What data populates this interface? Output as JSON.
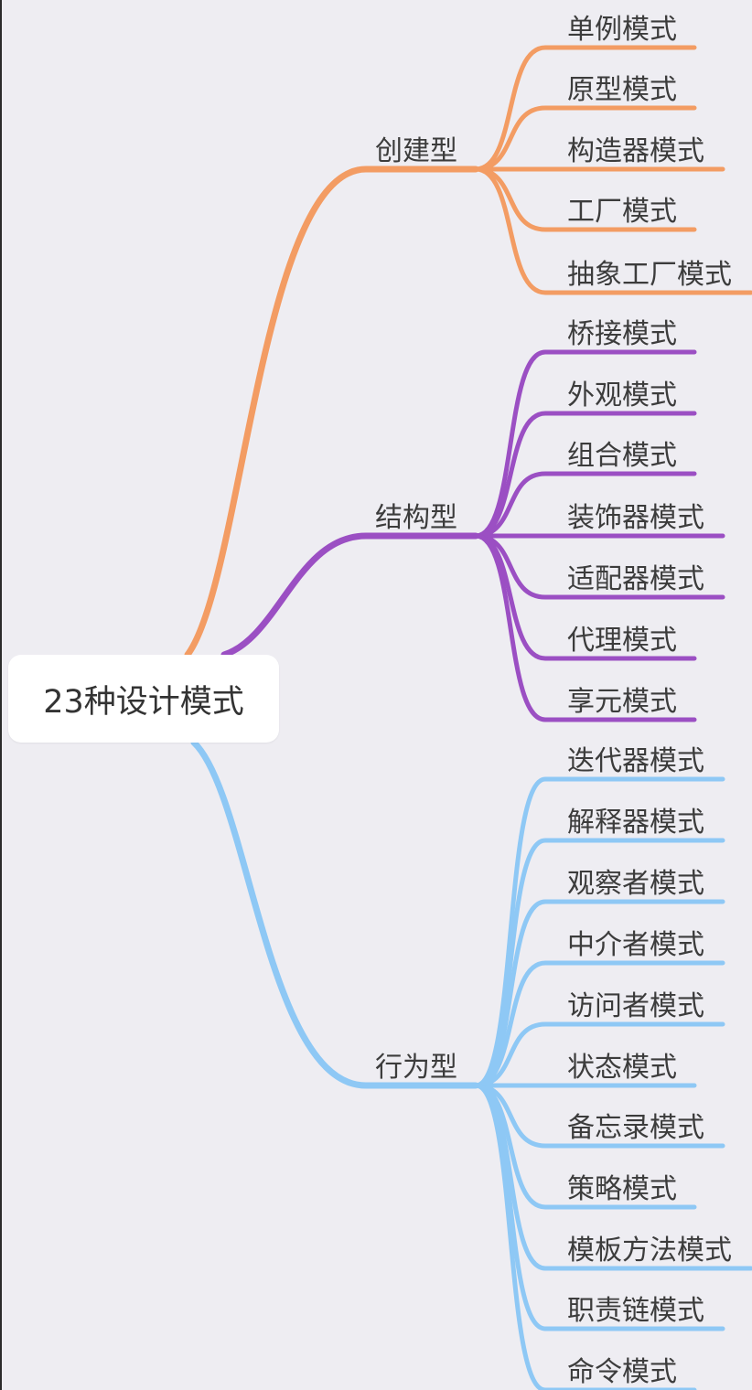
{
  "root": {
    "label": "23种设计模式"
  },
  "branches": [
    {
      "label": "创建型",
      "color": "#f39c63",
      "children": [
        "单例模式",
        "原型模式",
        "构造器模式",
        "工厂模式",
        "抽象工厂模式"
      ]
    },
    {
      "label": "结构型",
      "color": "#9b4fc3",
      "children": [
        "桥接模式",
        "外观模式",
        "组合模式",
        "装饰器模式",
        "适配器模式",
        "代理模式",
        "享元模式"
      ]
    },
    {
      "label": "行为型",
      "color": "#8ec8f5",
      "children": [
        "迭代器模式",
        "解释器模式",
        "观察者模式",
        "中介者模式",
        "访问者模式",
        "状态模式",
        "备忘录模式",
        "策略模式",
        "模板方法模式",
        "职责链模式",
        "命令模式"
      ]
    }
  ]
}
